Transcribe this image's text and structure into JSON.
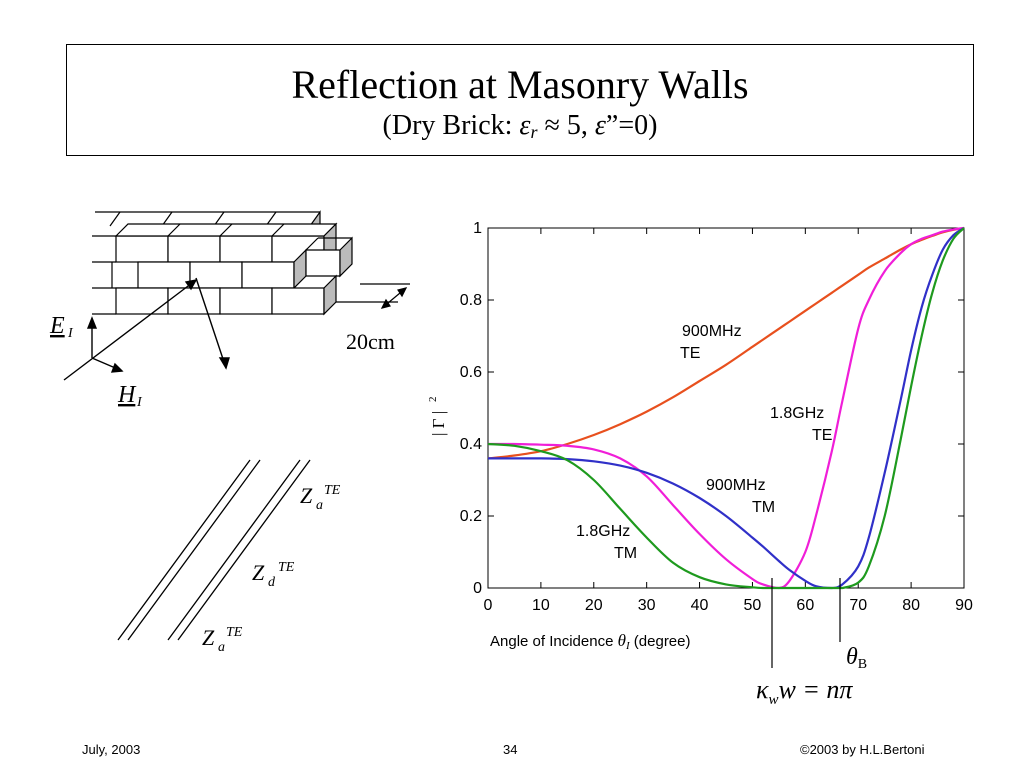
{
  "slide": {
    "title": "Reflection at Masonry Walls",
    "subtitle_prefix": "(Dry Brick: ",
    "eps_symbol": "ε",
    "eps_sub": "r",
    "subtitle_mid": " ≈ 5, ",
    "subtitle_suffix": "”=0)"
  },
  "footer": {
    "date": "July, 2003",
    "page": "34",
    "copyright": "©2003 by H.L.Bertoni"
  },
  "wall_diagram": {
    "e_label": "E",
    "e_sub": "I",
    "h_label": "H",
    "h_sub": "I",
    "thickness": "20cm"
  },
  "line_diagram": {
    "za_top": "Z",
    "za_top_sub": "a",
    "za_top_sup": "TE",
    "zd": "Z",
    "zd_sub": "d",
    "zd_sup": "TE",
    "za_bottom": "Z",
    "za_bottom_sub": "a",
    "za_bottom_sup": "TE"
  },
  "chart_data": {
    "type": "line",
    "xlabel_prefix": "Angle of Incidence ",
    "xlabel_theta": "θ",
    "xlabel_sub": "I",
    "xlabel_suffix": " (degree)",
    "ylabel": "| Γ |",
    "ylabel_sup": "2",
    "xlim": [
      0,
      90
    ],
    "ylim": [
      0,
      1
    ],
    "xticks": [
      0,
      10,
      20,
      30,
      40,
      50,
      60,
      70,
      80,
      90
    ],
    "yticks": [
      0,
      0.2,
      0.4,
      0.6,
      0.8,
      1
    ],
    "ytick_labels": [
      "0",
      "0.2",
      "0.4",
      "0.6",
      "0.8",
      "1"
    ],
    "grid": false,
    "x": [
      0,
      5,
      10,
      15,
      20,
      25,
      30,
      35,
      40,
      45,
      50,
      52,
      55,
      57,
      60,
      62,
      65,
      67,
      70,
      72,
      75,
      78,
      80,
      82,
      84,
      86,
      88,
      90
    ],
    "series": [
      {
        "name": "900MHz TE",
        "color": "#e8501e",
        "values": [
          0.36,
          0.368,
          0.38,
          0.4,
          0.425,
          0.455,
          0.49,
          0.53,
          0.575,
          0.62,
          0.67,
          0.69,
          0.72,
          0.74,
          0.77,
          0.79,
          0.82,
          0.84,
          0.87,
          0.89,
          0.915,
          0.94,
          0.955,
          0.967,
          0.978,
          0.988,
          0.995,
          1.0
        ]
      },
      {
        "name": "1.8GHz TE",
        "color": "#f01ed8",
        "values": [
          0.4,
          0.4,
          0.398,
          0.395,
          0.385,
          0.36,
          0.31,
          0.23,
          0.15,
          0.08,
          0.025,
          0.01,
          0.0,
          0.02,
          0.1,
          0.2,
          0.38,
          0.52,
          0.72,
          0.8,
          0.88,
          0.93,
          0.955,
          0.97,
          0.98,
          0.99,
          0.996,
          1.0
        ]
      },
      {
        "name": "900MHz TM",
        "color": "#3030c8",
        "values": [
          0.36,
          0.36,
          0.36,
          0.358,
          0.352,
          0.34,
          0.32,
          0.29,
          0.25,
          0.2,
          0.14,
          0.115,
          0.075,
          0.05,
          0.02,
          0.005,
          0.0,
          0.01,
          0.06,
          0.14,
          0.32,
          0.52,
          0.66,
          0.78,
          0.87,
          0.94,
          0.98,
          1.0
        ]
      },
      {
        "name": "1.8GHz TM",
        "color": "#1e9a1e",
        "values": [
          0.4,
          0.395,
          0.38,
          0.355,
          0.3,
          0.22,
          0.14,
          0.07,
          0.03,
          0.01,
          0.002,
          0.0,
          0.0,
          0.0,
          0.0,
          0.0,
          0.0,
          0.0,
          0.015,
          0.06,
          0.2,
          0.41,
          0.56,
          0.7,
          0.82,
          0.91,
          0.97,
          1.0
        ]
      }
    ],
    "annotations": {
      "te900_line1": "900MHz",
      "te900_line2": "TE",
      "te18_line1": "1.8GHz",
      "te18_line2": "TE",
      "tm900_line1": "900MHz",
      "tm900_line2": "TM",
      "tm18_line1": "1.8GHz",
      "tm18_line2": "TM",
      "kappa": "κ",
      "kappa_sub": "w",
      "kappa_rest": "w = nπ",
      "theta_b": "θ",
      "theta_b_sub": "B"
    }
  }
}
